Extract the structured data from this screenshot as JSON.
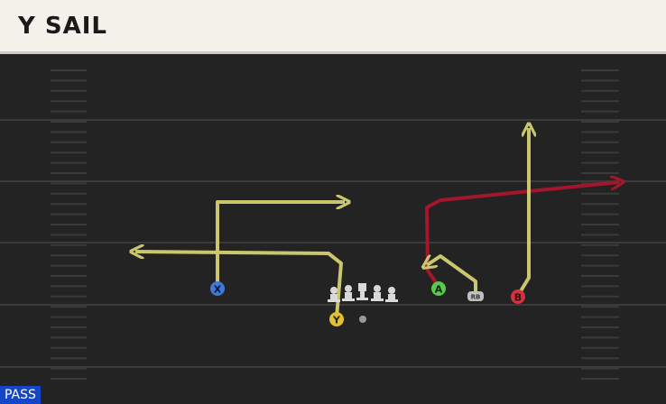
{
  "play": {
    "name": "Y SAIL",
    "type": "PASS"
  },
  "players": [
    {
      "id": "x",
      "label": "X",
      "color": "#3f78d6",
      "text_color": "#0f1a33"
    },
    {
      "id": "y",
      "label": "Y",
      "color": "#e2c12e",
      "text_color": "#222222"
    },
    {
      "id": "a",
      "label": "A",
      "color": "#58c94f",
      "text_color": "#0f2a0f"
    },
    {
      "id": "rb",
      "label": "RB",
      "color": "#bfbfbf",
      "text_color": "#333333"
    },
    {
      "id": "b",
      "label": "B",
      "color": "#d2343f",
      "text_color": "#3a0a0e"
    }
  ],
  "colors": {
    "route_primary": "#c9c66e",
    "route_hot": "#a3162c",
    "field": "#232323",
    "yard_line": "#3b3b3b",
    "hash": "#3a3a3a",
    "lineman": "#d9d9d9",
    "ball": "#9a9a9a",
    "header_bg": "#f3f1ea",
    "pass_badge": "#1646c8"
  }
}
